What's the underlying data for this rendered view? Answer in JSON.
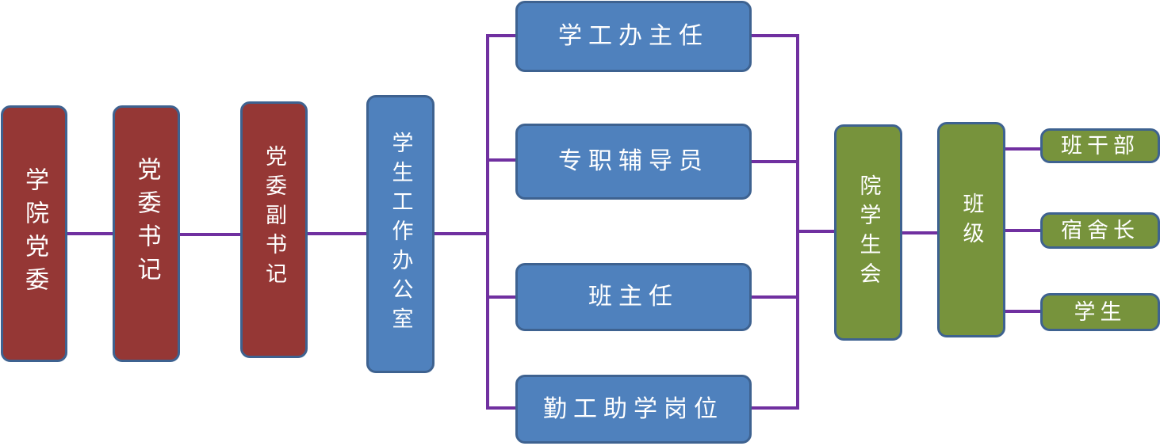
{
  "diagram": {
    "type": "organization-chart",
    "colors": {
      "leadership": "#953735",
      "office": "#4f81bd",
      "student": "#77933c",
      "border": "#3e6290",
      "connector": "#7030a0"
    },
    "nodes": {
      "college_party_committee": "学院党委",
      "party_secretary": "党委书记",
      "deputy_party_secretary": "党委副书记",
      "student_affairs_office": "学生工作办公室",
      "office_director": "学工办主任",
      "full_time_counselor": "专职辅导员",
      "class_teacher": "班主任",
      "work_study_post": "勤工助学岗位",
      "college_student_union": "院学生会",
      "class": "班级",
      "class_cadres": "班干部",
      "dorm_leader": "宿舍长",
      "students": "学生"
    },
    "edges": [
      [
        "学院党委",
        "党委书记"
      ],
      [
        "党委书记",
        "党委副书记"
      ],
      [
        "党委副书记",
        "学生工作办公室"
      ],
      [
        "学生工作办公室",
        "学工办主任"
      ],
      [
        "学生工作办公室",
        "专职辅导员"
      ],
      [
        "学生工作办公室",
        "班主任"
      ],
      [
        "学生工作办公室",
        "勤工助学岗位"
      ],
      [
        "学工办主任",
        "院学生会"
      ],
      [
        "专职辅导员",
        "院学生会"
      ],
      [
        "班主任",
        "院学生会"
      ],
      [
        "勤工助学岗位",
        "院学生会"
      ],
      [
        "院学生会",
        "班级"
      ],
      [
        "班级",
        "班干部"
      ],
      [
        "班级",
        "宿舍长"
      ],
      [
        "班级",
        "学生"
      ]
    ]
  }
}
